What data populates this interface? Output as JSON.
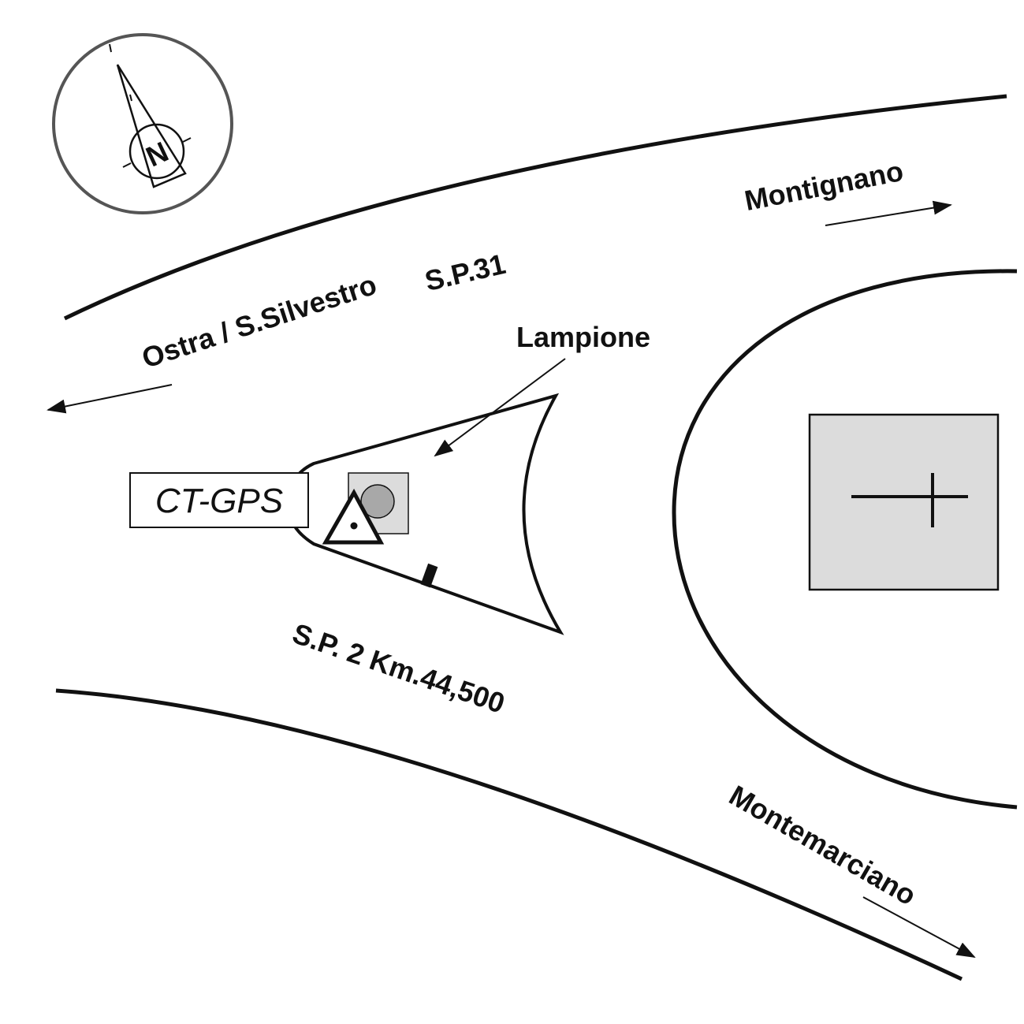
{
  "map": {
    "compass": {
      "label": "N",
      "icon": "north-arrow-icon"
    },
    "roads": {
      "sp31_label": "S.P.31",
      "sp2_label": "S.P. 2  Km.44,500"
    },
    "destinations": {
      "montignano": "Montignano",
      "ostra": "Ostra / S.Silvestro",
      "montemarciano": "Montemarciano"
    },
    "landmarks": {
      "lampione": "Lampione",
      "station_label": "CT-GPS"
    },
    "colors": {
      "line": "#111111",
      "building_fill": "#dcdcdc",
      "lamp_fill": "#a8a8a8",
      "compass_ring": "#555555"
    }
  }
}
